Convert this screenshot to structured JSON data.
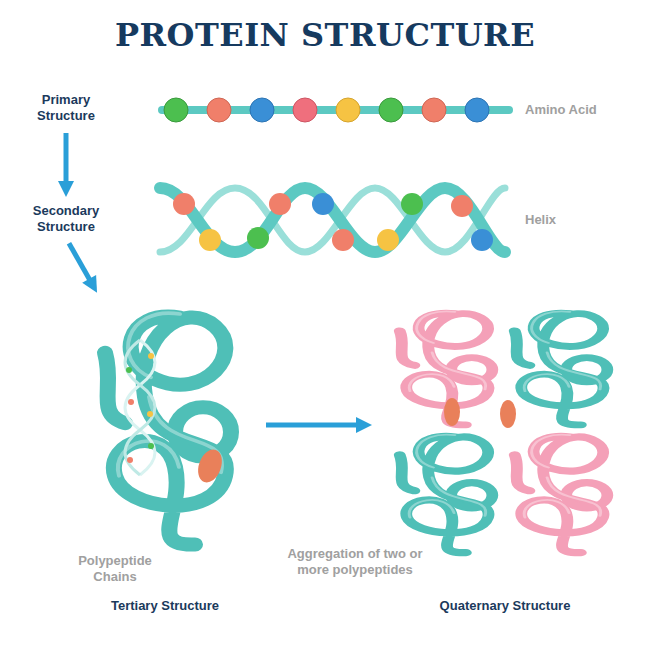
{
  "diagram": {
    "title": "PROTEIN STRUCTURE",
    "nodes": [
      {
        "text": [
          "Primary Structure"
        ]
      },
      {
        "text": [
          "Secondary Structure"
        ]
      },
      {
        "text": [
          "Polypeptide Chains",
          "Tertiary Structure"
        ]
      },
      {
        "text": [
          "Aggregation of two or more polypeptides",
          "Quaternary Structure"
        ]
      }
    ],
    "edges": [
      {
        "from": 0,
        "to": 1,
        "arrow": "to"
      },
      {
        "from": 1,
        "to": 2,
        "arrow": "to"
      },
      {
        "from": 2,
        "to": 3,
        "arrow": "to"
      }
    ],
    "labels": [
      "Amino Acid",
      "Helix"
    ]
  }
}
